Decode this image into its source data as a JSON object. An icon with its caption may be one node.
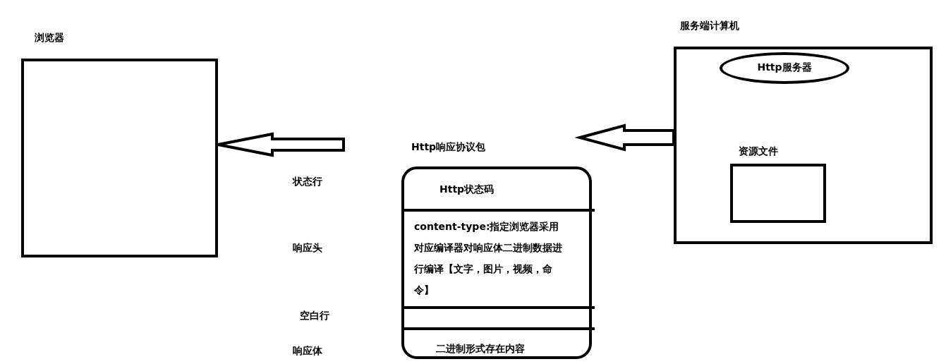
{
  "diagram": {
    "nodes": [
      {
        "text": [
          "浏览器"
        ]
      },
      {
        "text": [
          "服务端计算机"
        ]
      },
      {
        "text": [
          "Http服务器"
        ],
        "in": 1
      },
      {
        "text": [
          "资源文件"
        ],
        "in": 1
      },
      {
        "text": [
          "Http响应协议包"
        ]
      },
      {
        "text": [
          "Http状态码"
        ],
        "in": 4
      },
      {
        "text": [
          "content-type:指定浏览器采用对应编译器对响应体二进制数据进行编译【文字，图片，视频，命令】"
        ],
        "in": 4
      },
      {
        "text": [],
        "shape": "box",
        "in": 4
      },
      {
        "text": [
          "二进制形式存在内容"
        ],
        "in": 4
      }
    ],
    "edges": [
      {
        "from": null,
        "to": 0,
        "arrow": "to"
      },
      {
        "from": 1,
        "to": null,
        "arrow": "to"
      }
    ],
    "labels": [
      "状态行",
      "响应头",
      "空白行",
      "响应体"
    ]
  }
}
